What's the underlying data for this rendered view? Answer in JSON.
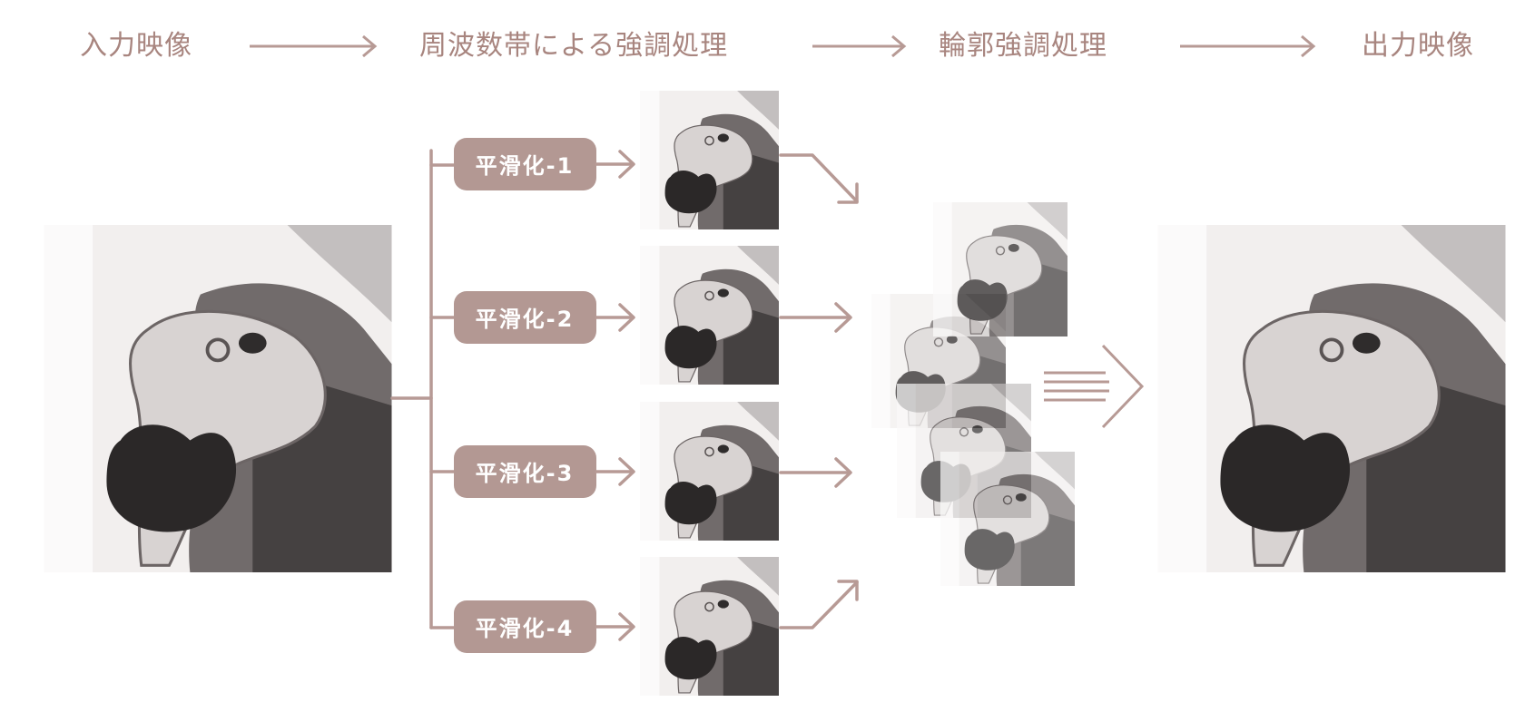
{
  "stages": {
    "input": "入力映像",
    "freq": "周波数帯による強調処理",
    "contour": "輪郭強調処理",
    "output": "出力映像"
  },
  "smoothing": [
    "平滑化-1",
    "平滑化-2",
    "平滑化-3",
    "平滑化-4"
  ],
  "colors": {
    "accent": "#b79a95",
    "box_fill": "#b39893",
    "title_text": "#a8857f",
    "image_dark": "#2e2a2a",
    "image_light": "#f4f2f1"
  },
  "icons": [
    "right-arrow-icon",
    "double-arrow-icon"
  ]
}
